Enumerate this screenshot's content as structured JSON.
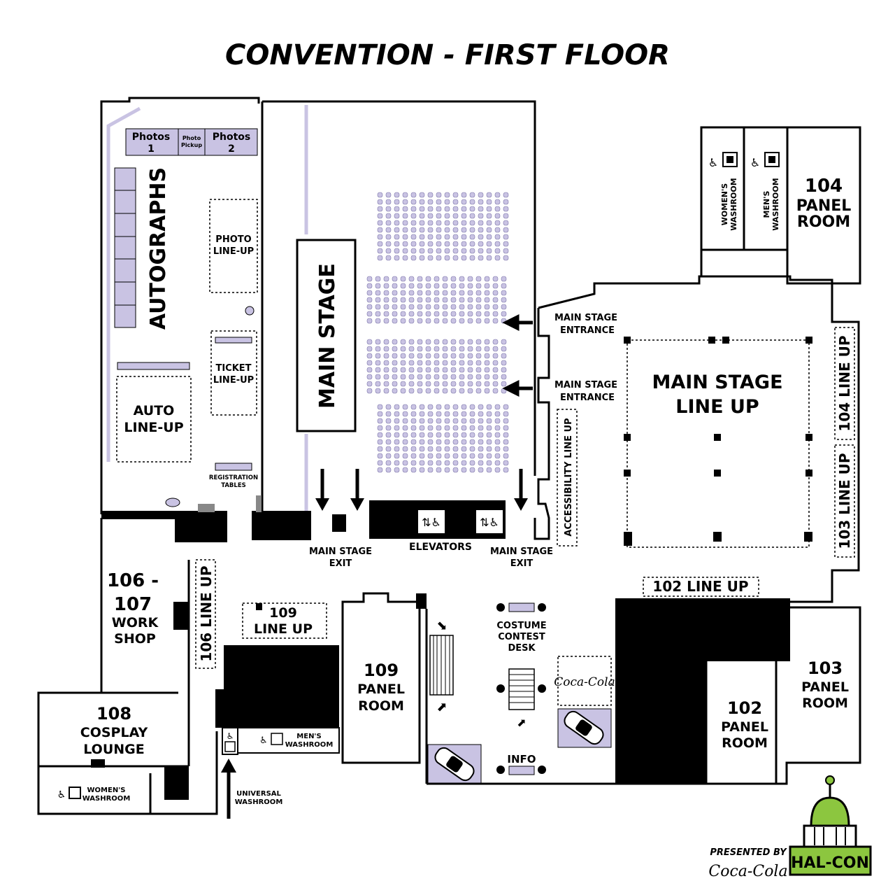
{
  "title": "CONVENTION - FIRST FLOOR",
  "rooms": {
    "photos1": "Photos\n1",
    "photo_pickup": "Photo\nPickup",
    "photos2": "Photos\n2",
    "autographs": "AUTOGRAPHS",
    "photo_lineup": "PHOTO\nLINE-UP",
    "ticket_lineup": "TICKET\nLINE-UP",
    "auto_lineup": "AUTO\nLINE-UP",
    "registration_tables": "REGISTRATION\nTABLES",
    "main_stage": "MAIN STAGE",
    "main_stage_entrance_1": "MAIN STAGE\nENTRANCE",
    "main_stage_entrance_2": "MAIN STAGE\nENTRANCE",
    "accessibility_line_up": "ACCESSIBILITY LINE UP",
    "main_stage_line_up": "MAIN STAGE\nLINE UP",
    "womens_washroom_top": "WOMEN'S\nWASHROOM",
    "mens_washroom_top": "MEN'S\nWASHROOM",
    "room_104": "104\nPANEL\nROOM",
    "line_up_104": "104 LINE UP",
    "line_up_103": "103 LINE UP",
    "main_stage_exit_1": "MAIN STAGE\nEXIT",
    "elevators": "ELEVATORS",
    "main_stage_exit_2": "MAIN STAGE\nEXIT",
    "room_106_107": "106 -\n107\nWORK\nSHOP",
    "line_up_106": "106 LINE UP",
    "line_up_109": "109\nLINE UP",
    "room_109": "109\nPANEL\nROOM",
    "costume_contest_desk": "COSTUME\nCONTEST\nDESK",
    "line_up_102": "102 LINE UP",
    "room_102": "102\nPANEL\nROOM",
    "room_103": "103\nPANEL\nROOM",
    "room_108": "108\nCOSPLAY\nLOUNGE",
    "mens_washroom_bottom": "MEN'S\nWASHROOM",
    "womens_washroom_bottom": "WOMEN'S\nWASHROOM",
    "universal_washroom": "UNIVERSAL\nWASHROOM",
    "info": "INFO"
  },
  "branding": {
    "coca_cola": "Coca-Cola",
    "presented_by": "PRESENTED BY",
    "hal_con": "HAL-CON"
  },
  "colors": {
    "accent": "#c9c3e3",
    "wall": "#000000",
    "logo_green": "#8cc63f"
  },
  "icons": [
    "accessible-icon",
    "toilet-icon",
    "elevator-icon",
    "escalator-up-icon",
    "escalator-down-icon",
    "stairs-icon",
    "car-icon",
    "arrow-icon"
  ]
}
